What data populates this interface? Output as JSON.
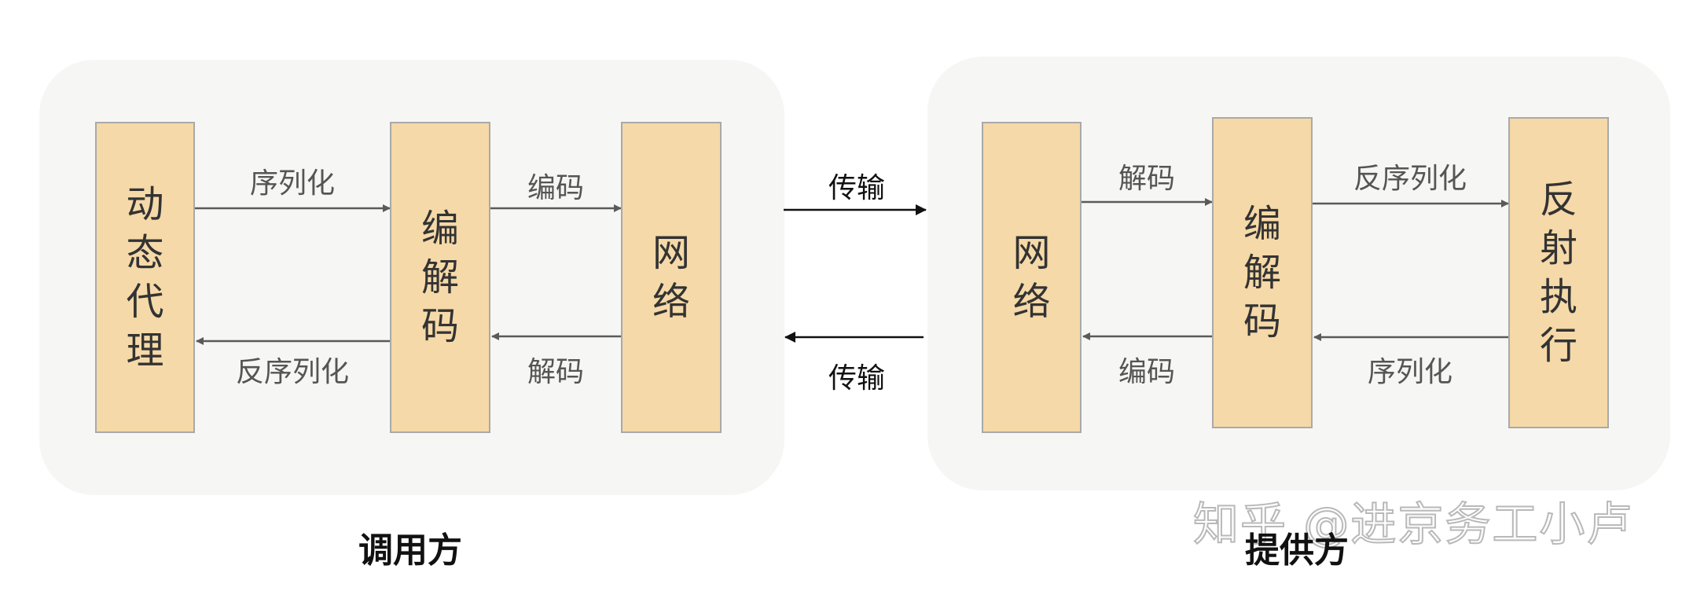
{
  "caller": {
    "caption": "调用方",
    "boxes": {
      "proxy": "动态代理",
      "codec": "编解码",
      "network": "网络"
    },
    "labels": {
      "serialize": "序列化",
      "encode": "编码",
      "deserialize": "反序列化",
      "decode": "解码"
    }
  },
  "provider": {
    "caption": "提供方",
    "boxes": {
      "network": "网络",
      "codec": "编解码",
      "reflect": "反射执行"
    },
    "labels": {
      "decode": "解码",
      "deserialize": "反序列化",
      "encode": "编码",
      "serialize": "序列化"
    }
  },
  "transport": {
    "top": "传输",
    "bottom": "传输"
  },
  "watermark": "知乎 @进京务工小卢",
  "colors": {
    "panel": "#f6f6f5",
    "box": "#f5d9a8",
    "box_border": "#a9a9a9",
    "arrow": "#5a5a5a"
  }
}
